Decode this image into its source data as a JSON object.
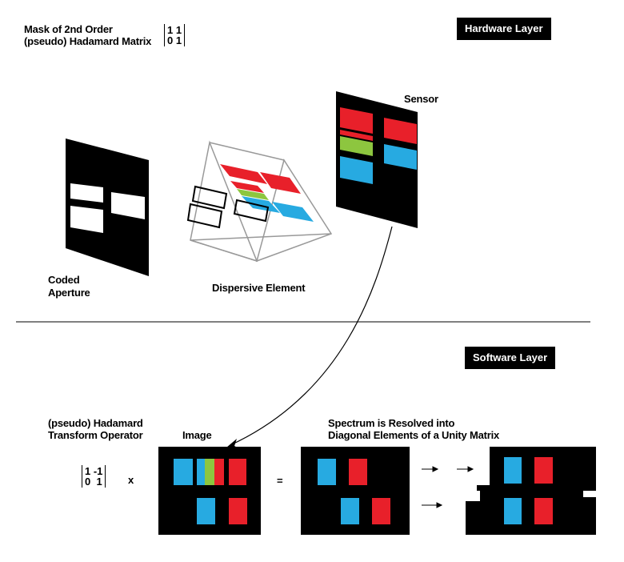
{
  "header": {
    "mask_label_line1": "Mask of 2nd Order",
    "mask_label_line2": "(pseudo) Hadamard Matrix",
    "mask_matrix_row1": "1 1",
    "mask_matrix_row2": "0 1"
  },
  "badges": {
    "hardware": "Hardware Layer",
    "software": "Software Layer"
  },
  "hardware": {
    "sensor_label": "Sensor",
    "coded_aperture_line1": "Coded",
    "coded_aperture_line2": "Aperture",
    "dispersive_label": "Dispersive Element"
  },
  "software": {
    "operator_line1": "(pseudo) Hadamard",
    "operator_line2": "Transform Operator",
    "operator_matrix_row1": "1 -1",
    "operator_matrix_row2": "0  1",
    "times": "x",
    "image_label": "Image",
    "equals": "=",
    "spectrum_line1": "Spectrum is Resolved into",
    "spectrum_line2": "Diagonal Elements of a Unity Matrix"
  },
  "colors": {
    "red": "#e8202a",
    "green": "#8dc63f",
    "blue": "#27aae1",
    "black": "#000000",
    "divider": "#808080"
  }
}
